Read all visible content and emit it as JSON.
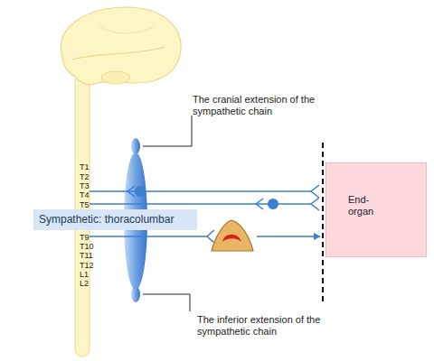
{
  "diagram": {
    "nodes": [
      {
        "text": [
          "Sympathetic: thoracolumbar"
        ]
      },
      {
        "text": [
          "End- organ"
        ]
      }
    ],
    "labels": [
      "The cranial extension of the sympathetic chain",
      "T1",
      "T2",
      "T3",
      "T4",
      "T5",
      "T9",
      "T10",
      "T11",
      "T12",
      "L1",
      "L2",
      "The inferior extension of the sympathetic chain"
    ]
  }
}
